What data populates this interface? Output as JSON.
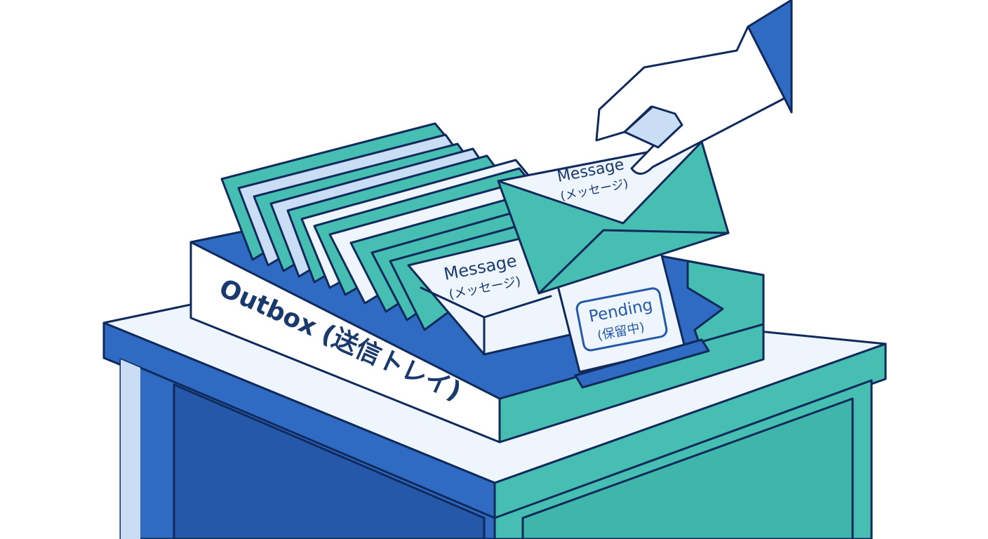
{
  "tray": {
    "label": "Outbox (送信トレイ)"
  },
  "back_envelope": {
    "title": "Message",
    "subtitle": "(メッセージ)"
  },
  "held_envelope": {
    "title": "Message",
    "subtitle": "(メッセージ)"
  },
  "stamp": {
    "title": "Pending",
    "subtitle": "(保留中)"
  },
  "colors": {
    "blue": "#2f6bc2",
    "dark_blue": "#2558a8",
    "teal": "#46bfb2",
    "dark_teal": "#33a99c",
    "light_blue": "#c9ddf5",
    "paper": "#eef5fd",
    "outline": "#102a5c"
  }
}
